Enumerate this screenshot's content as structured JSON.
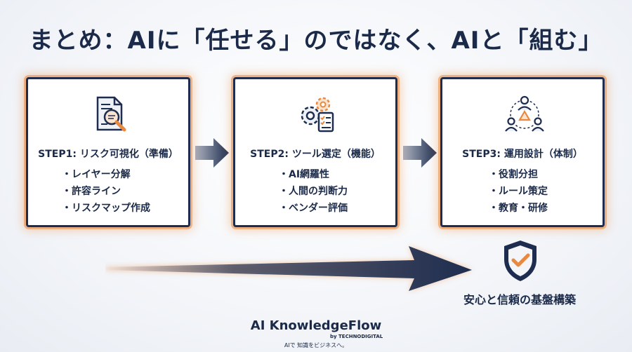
{
  "title": "まとめ：AIに「任せる」のではなく、AIと「組む」",
  "steps": [
    {
      "title": "STEP1: リスク可視化（準備）",
      "icon": "document-magnifier-icon",
      "items": [
        "レイヤー分解",
        "許容ライン",
        "リスクマップ作成"
      ]
    },
    {
      "title": "STEP2: ツール選定（機能）",
      "icon": "gears-checklist-icon",
      "items": [
        "AI網羅性",
        "人間の判断力",
        "ベンダー評価"
      ]
    },
    {
      "title": "STEP3: 運用設計（体制）",
      "icon": "team-structure-icon",
      "items": [
        "役割分担",
        "ルール策定",
        "教育・研修"
      ]
    }
  ],
  "outcome": {
    "label": "安心と信頼の基盤構築",
    "icon": "shield-check-icon"
  },
  "footer": {
    "brand": "AI KnowledgeFlow",
    "byline": "by TECHNODIGITAL",
    "tagline": "AIで 知識をビジネスへ。"
  },
  "colors": {
    "navy": "#1e2d4f",
    "accent_orange": "#e8893f",
    "background": "#f3f5f9"
  }
}
